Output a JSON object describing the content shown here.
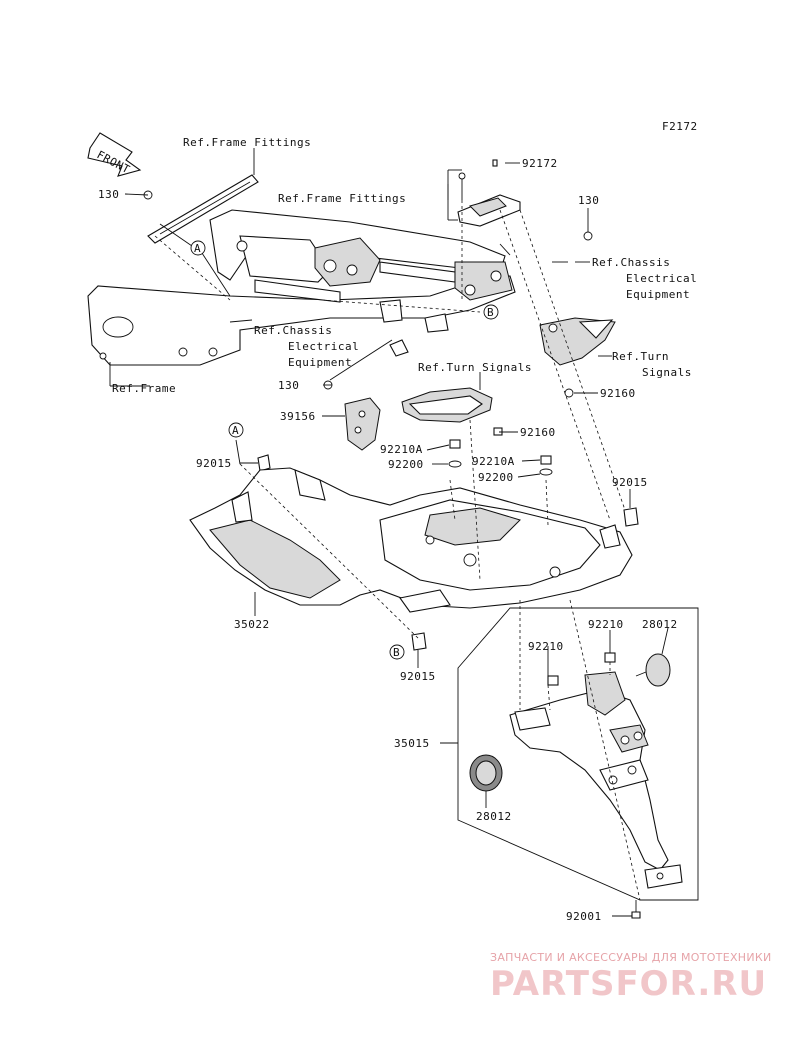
{
  "figure_code": "F2172",
  "front_label": "FRONT",
  "callouts": {
    "ref_frame_fittings_1": "Ref.Frame Fittings",
    "ref_frame_fittings_2": "Ref.Frame Fittings",
    "ref_chassis_electrical_1": [
      "Ref.Chassis",
      "Electrical",
      "Equipment"
    ],
    "ref_chassis_electrical_2": [
      "Ref.Chassis",
      "Electrical",
      "Equipment"
    ],
    "ref_frame": "Ref.Frame",
    "ref_turn_signals_1": "Ref.Turn Signals",
    "ref_turn_signals_2": [
      "Ref.Turn",
      "Signals"
    ]
  },
  "part_numbers": {
    "p130_a": "130",
    "p130_b": "130",
    "p130_c": "130",
    "p92172": "92172",
    "p92160_a": "92160",
    "p92160_b": "92160",
    "p39156": "39156",
    "p92210a_a": "92210A",
    "p92210a_b": "92210A",
    "p92200_a": "92200",
    "p92200_b": "92200",
    "p92015_a": "92015",
    "p92015_b": "92015",
    "p92015_c": "92015",
    "p35022": "35022",
    "p92210_a": "92210",
    "p92210_b": "92210",
    "p28012_a": "28012",
    "p28012_b": "28012",
    "p35015": "35015",
    "p92001": "92001"
  },
  "markers": {
    "a1": "A",
    "a2": "A",
    "b1": "B",
    "b2": "B"
  },
  "watermark": {
    "tagline": "ЗАПЧАСТИ И АКСЕССУАРЫ ДЛЯ МОТОТЕХНИКИ",
    "brand": "PARTSFOR.RU"
  },
  "colors": {
    "line": "#111111",
    "watermark": "#e6a3a8"
  }
}
